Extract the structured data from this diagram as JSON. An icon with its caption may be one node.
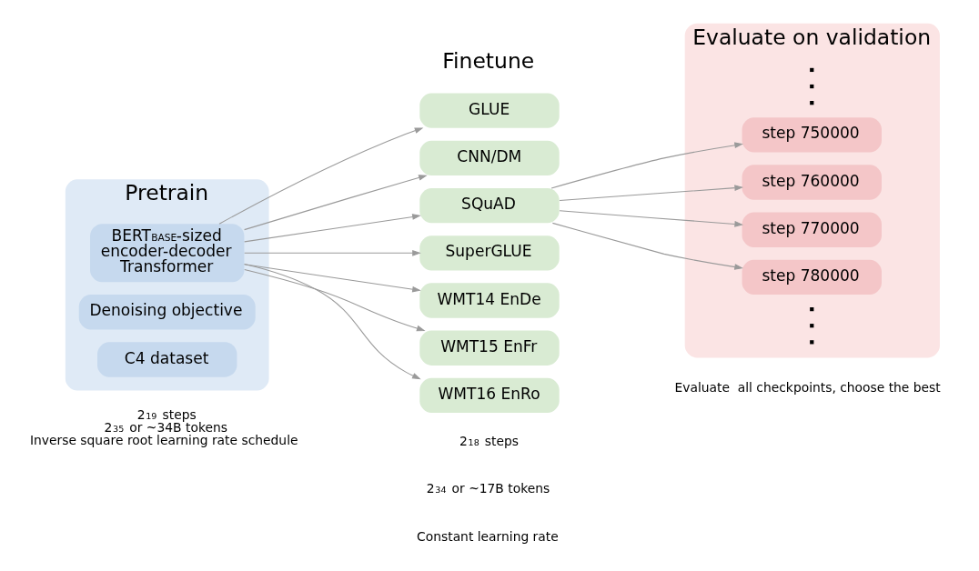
{
  "diagram": {
    "nodes": [
      {
        "text": [
          "Pretrain"
        ],
        "beside": [
          "2$^{19}$ steps",
          "2$^{35}$ or ~34B tokens",
          "Inverse square root learning rate schedule"
        ]
      },
      {
        "text": [
          "BERT$_{BASE}$-sized encoder-decoder Transformer"
        ],
        "in": 0
      },
      {
        "text": [
          "Denoising objective"
        ],
        "in": 0
      },
      {
        "text": [
          "C4 dataset"
        ],
        "in": 0
      },
      {
        "text": [
          "GLUE"
        ]
      },
      {
        "text": [
          "CNN/DM"
        ]
      },
      {
        "text": [
          "SQuAD"
        ]
      },
      {
        "text": [
          "SuperGLUE"
        ]
      },
      {
        "text": [
          "WMT14 EnDe"
        ]
      },
      {
        "text": [
          "WMT15 EnFr"
        ]
      },
      {
        "text": [
          "WMT16 EnRo"
        ]
      },
      {
        "text": [
          "Evaluate on validation"
        ],
        "beside": [
          "Evaluate  all checkpoints, choose the best"
        ]
      },
      {
        "text": [
          "step 750000"
        ],
        "in": 11
      },
      {
        "text": [
          "step 760000"
        ],
        "in": 11
      },
      {
        "text": [
          "step 770000"
        ],
        "in": 11
      },
      {
        "text": [
          "step 780000"
        ],
        "in": 11
      }
    ],
    "edges": [
      {
        "from": 1,
        "to": 4,
        "arrow": "to"
      },
      {
        "from": 1,
        "to": 5,
        "arrow": "to"
      },
      {
        "from": 1,
        "to": 6,
        "arrow": "to"
      },
      {
        "from": 1,
        "to": 7,
        "arrow": "to"
      },
      {
        "from": 1,
        "to": 8,
        "arrow": "to"
      },
      {
        "from": 1,
        "to": 9,
        "arrow": "to"
      },
      {
        "from": 1,
        "to": 10,
        "arrow": "to"
      },
      {
        "from": 6,
        "to": 12,
        "arrow": "to"
      },
      {
        "from": 6,
        "to": 13,
        "arrow": "to"
      },
      {
        "from": 6,
        "to": 14,
        "arrow": "to"
      },
      {
        "from": 6,
        "to": 15,
        "arrow": "to"
      }
    ],
    "labels": [
      "Finetune",
      "2$^{18}$ steps",
      "2$^{34}$ or ~17B tokens",
      "Constant learning rate"
    ]
  }
}
